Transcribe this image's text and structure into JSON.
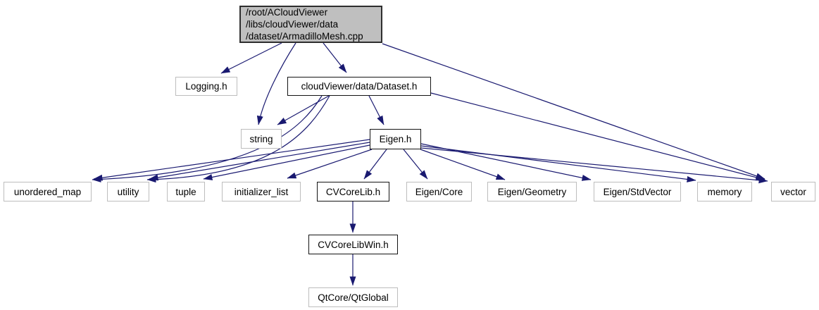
{
  "graph": {
    "kind": "doxygen-include-dependency-graph",
    "nodes": [
      {
        "id": "main",
        "label": "/root/ACloudViewer /libs/cloudViewer/data /dataset/ArmadilloMesh.cpp",
        "lines": [
          "/root/ACloudViewer",
          "/libs/cloudViewer/data",
          "/dataset/ArmadilloMesh.cpp"
        ],
        "kind": "root"
      },
      {
        "id": "logging",
        "label": "Logging.h",
        "kind": "external"
      },
      {
        "id": "dataset",
        "label": "cloudViewer/data/Dataset.h",
        "kind": "internal"
      },
      {
        "id": "string",
        "label": "string",
        "kind": "external"
      },
      {
        "id": "eigen",
        "label": "Eigen.h",
        "kind": "internal"
      },
      {
        "id": "unordered_map",
        "label": "unordered_map",
        "kind": "external"
      },
      {
        "id": "utility",
        "label": "utility",
        "kind": "external"
      },
      {
        "id": "tuple",
        "label": "tuple",
        "kind": "external"
      },
      {
        "id": "initializer_list",
        "label": "initializer_list",
        "kind": "external"
      },
      {
        "id": "cvcorelib",
        "label": "CVCoreLib.h",
        "kind": "internal"
      },
      {
        "id": "eigen_core",
        "label": "Eigen/Core",
        "kind": "external"
      },
      {
        "id": "eigen_geometry",
        "label": "Eigen/Geometry",
        "kind": "external"
      },
      {
        "id": "eigen_stdvector",
        "label": "Eigen/StdVector",
        "kind": "external"
      },
      {
        "id": "memory",
        "label": "memory",
        "kind": "external"
      },
      {
        "id": "vector",
        "label": "vector",
        "kind": "external"
      },
      {
        "id": "cvcorelibwin",
        "label": "CVCoreLibWin.h",
        "kind": "internal"
      },
      {
        "id": "qtglobal",
        "label": "QtCore/QtGlobal",
        "kind": "external"
      }
    ],
    "edges": [
      {
        "from": "main",
        "to": "logging"
      },
      {
        "from": "main",
        "to": "dataset"
      },
      {
        "from": "main",
        "to": "string"
      },
      {
        "from": "main",
        "to": "vector"
      },
      {
        "from": "dataset",
        "to": "string"
      },
      {
        "from": "dataset",
        "to": "eigen"
      },
      {
        "from": "dataset",
        "to": "unordered_map"
      },
      {
        "from": "dataset",
        "to": "utility"
      },
      {
        "from": "dataset",
        "to": "vector"
      },
      {
        "from": "eigen",
        "to": "unordered_map"
      },
      {
        "from": "eigen",
        "to": "utility"
      },
      {
        "from": "eigen",
        "to": "tuple"
      },
      {
        "from": "eigen",
        "to": "initializer_list"
      },
      {
        "from": "eigen",
        "to": "cvcorelib"
      },
      {
        "from": "eigen",
        "to": "eigen_core"
      },
      {
        "from": "eigen",
        "to": "eigen_geometry"
      },
      {
        "from": "eigen",
        "to": "eigen_stdvector"
      },
      {
        "from": "eigen",
        "to": "memory"
      },
      {
        "from": "eigen",
        "to": "vector"
      },
      {
        "from": "cvcorelib",
        "to": "cvcorelibwin"
      },
      {
        "from": "cvcorelibwin",
        "to": "qtglobal"
      }
    ],
    "colors": {
      "edge": "#191970",
      "root_fill": "#bfbfbf",
      "internal_border": "#141414",
      "external_border": "#bdbdbd",
      "background": "#ffffff",
      "text": "#000000"
    }
  }
}
